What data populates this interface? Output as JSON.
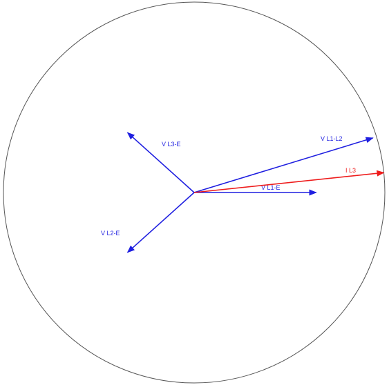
{
  "phasors": [
    {
      "id": "v-l1-e",
      "label": "V L1-E",
      "magnitude": 0.64,
      "angle_deg": 0,
      "color": "#1f1fe0"
    },
    {
      "id": "v-l2-e",
      "label": "V L2-E",
      "magnitude": 0.47,
      "angle_deg": 222,
      "color": "#1f1fe0"
    },
    {
      "id": "v-l3-e",
      "label": "V L3-E",
      "magnitude": 0.47,
      "angle_deg": 138,
      "color": "#1f1fe0"
    },
    {
      "id": "v-l1-l2",
      "label": "V L1-L2",
      "magnitude": 0.98,
      "angle_deg": 17,
      "color": "#1f1fe0"
    },
    {
      "id": "i-l3",
      "label": "I L3",
      "magnitude": 1.0,
      "angle_deg": 6,
      "color": "#ee1c1c"
    }
  ],
  "circle_color": "#555555"
}
